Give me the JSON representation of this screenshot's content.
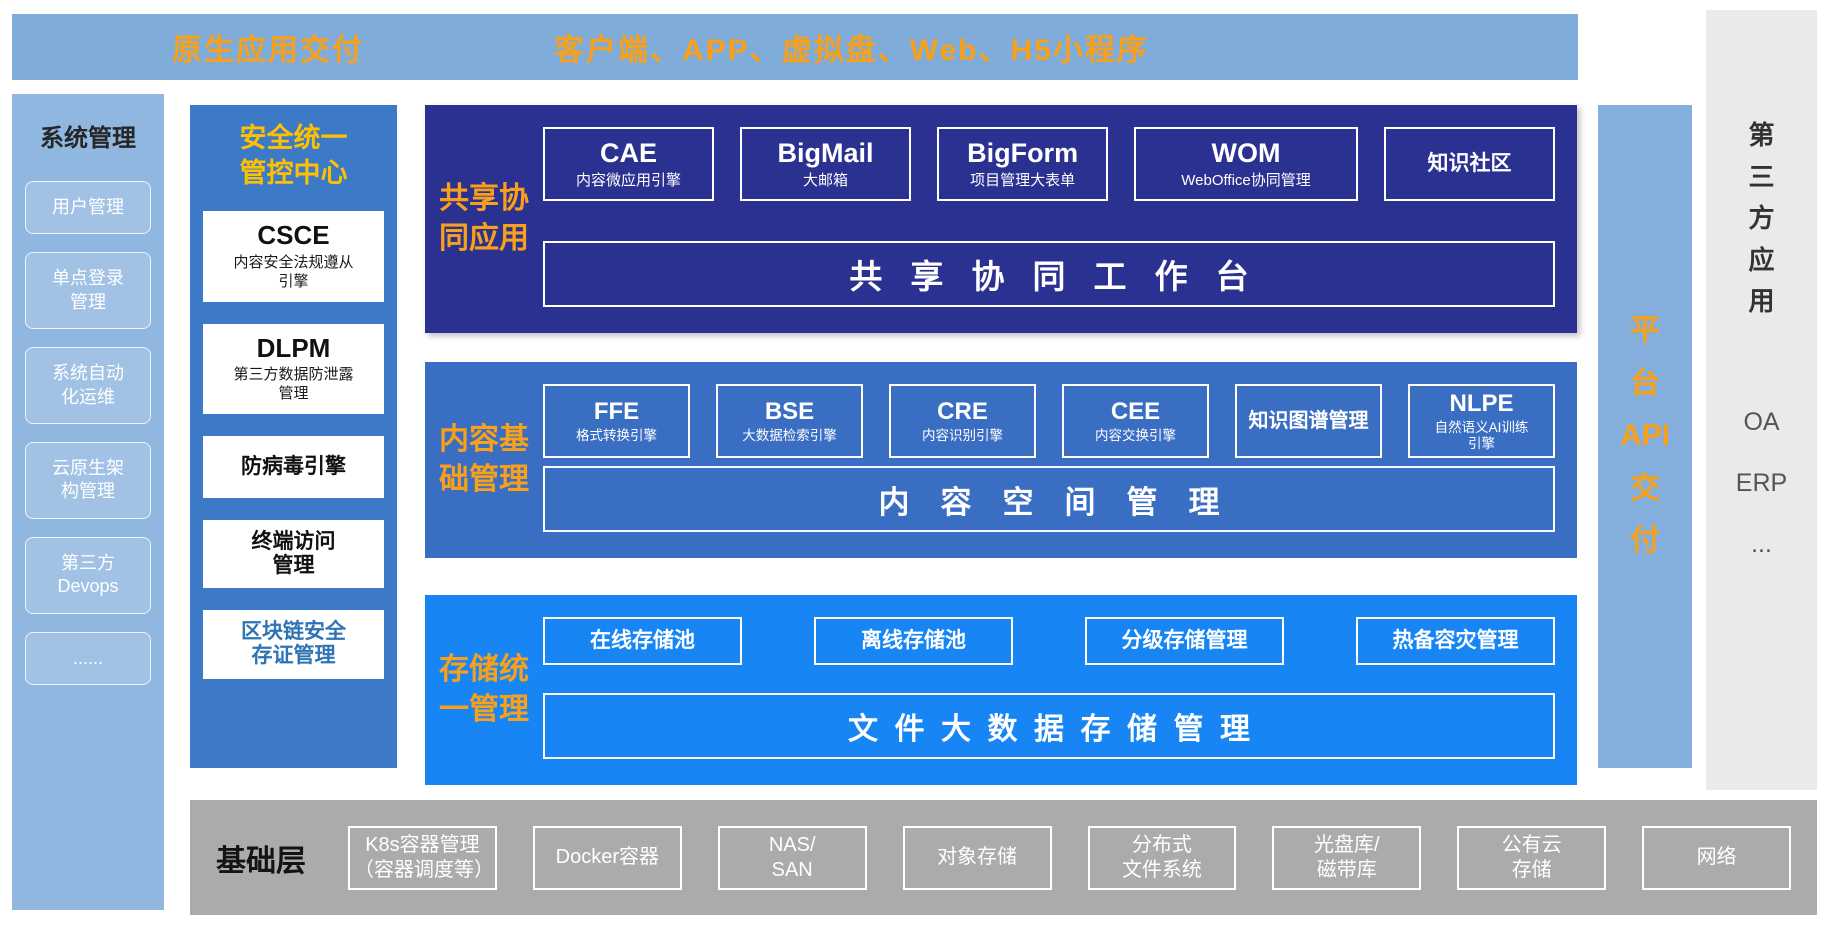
{
  "colors": {
    "top_bar_bg": "#7FACD9",
    "sidebar_bg": "#8FB7E0",
    "security_bg": "#3C79C6",
    "band_navy": "#2B3190",
    "band_blue": "#3A6EC3",
    "band_bright_blue": "#1786F4",
    "api_col_bg": "#84AFDC",
    "third_party_bg": "#EAEAEA",
    "base_bar_bg": "#ABABAB",
    "orange_accent": "#F9A01B",
    "gold_accent": "#FFC000",
    "blockchain_text_blue": "#2E74B5"
  },
  "top_bar": {
    "left_label": "原生应用交付",
    "right_label": "客户端、APP、虚拟盘、Web、H5小程序"
  },
  "sidebar": {
    "title": "系统管理",
    "items": [
      {
        "label": "用户管理"
      },
      {
        "label": "单点登录\n管理"
      },
      {
        "label": "系统自动\n化运维"
      },
      {
        "label": "云原生架\n构管理"
      },
      {
        "label": "第三方\nDevops"
      },
      {
        "label": "......"
      }
    ]
  },
  "security": {
    "title": "安全统一\n管控中心",
    "items": [
      {
        "name": "CSCE",
        "desc": "内容安全法规遵从\n引擎"
      },
      {
        "name": "DLPM",
        "desc": "第三方数据防泄露\n管理"
      },
      {
        "name": "防病毒引擎"
      },
      {
        "name": "终端访问\n管理"
      },
      {
        "name": "区块链安全\n存证管理"
      }
    ]
  },
  "bands": [
    {
      "label": "共享协\n同应用",
      "modules": [
        {
          "name": "CAE",
          "desc": "内容微应用引擎"
        },
        {
          "name": "BigMail",
          "desc": "大邮箱"
        },
        {
          "name": "BigForm",
          "desc": "项目管理大表单"
        },
        {
          "name": "WOM",
          "desc": "WebOffice协同管理"
        },
        {
          "name": "知识社区"
        }
      ],
      "bar": "共享协同工作台"
    },
    {
      "label": "内容基\n础管理",
      "modules": [
        {
          "name": "FFE",
          "desc": "格式转换引擎"
        },
        {
          "name": "BSE",
          "desc": "大数据检索引擎"
        },
        {
          "name": "CRE",
          "desc": "内容识别引擎"
        },
        {
          "name": "CEE",
          "desc": "内容交换引擎"
        },
        {
          "name": "知识图谱管理"
        },
        {
          "name": "NLPE",
          "desc": "自然语义AI训练\n引擎"
        }
      ],
      "bar": "内容空间管理"
    },
    {
      "label": "存储统\n一管理",
      "modules": [
        {
          "name": "在线存储池"
        },
        {
          "name": "离线存储池"
        },
        {
          "name": "分级存储管理"
        },
        {
          "name": "热备容灾管理"
        }
      ],
      "bar": "文件大数据存储管理"
    }
  ],
  "api_column": {
    "label": "平\n台\nAPI\n交\n付"
  },
  "third_party": {
    "title": "第\n三\n方\n应\n用",
    "items": [
      "OA",
      "ERP",
      "..."
    ]
  },
  "base_layer": {
    "label": "基础层",
    "items": [
      {
        "label": "K8s容器管理\n（容器调度等）"
      },
      {
        "label": "Docker容器"
      },
      {
        "label": "NAS/\nSAN"
      },
      {
        "label": "对象存储"
      },
      {
        "label": "分布式\n文件系统"
      },
      {
        "label": "光盘库/\n磁带库"
      },
      {
        "label": "公有云\n存储"
      },
      {
        "label": "网络"
      }
    ]
  }
}
